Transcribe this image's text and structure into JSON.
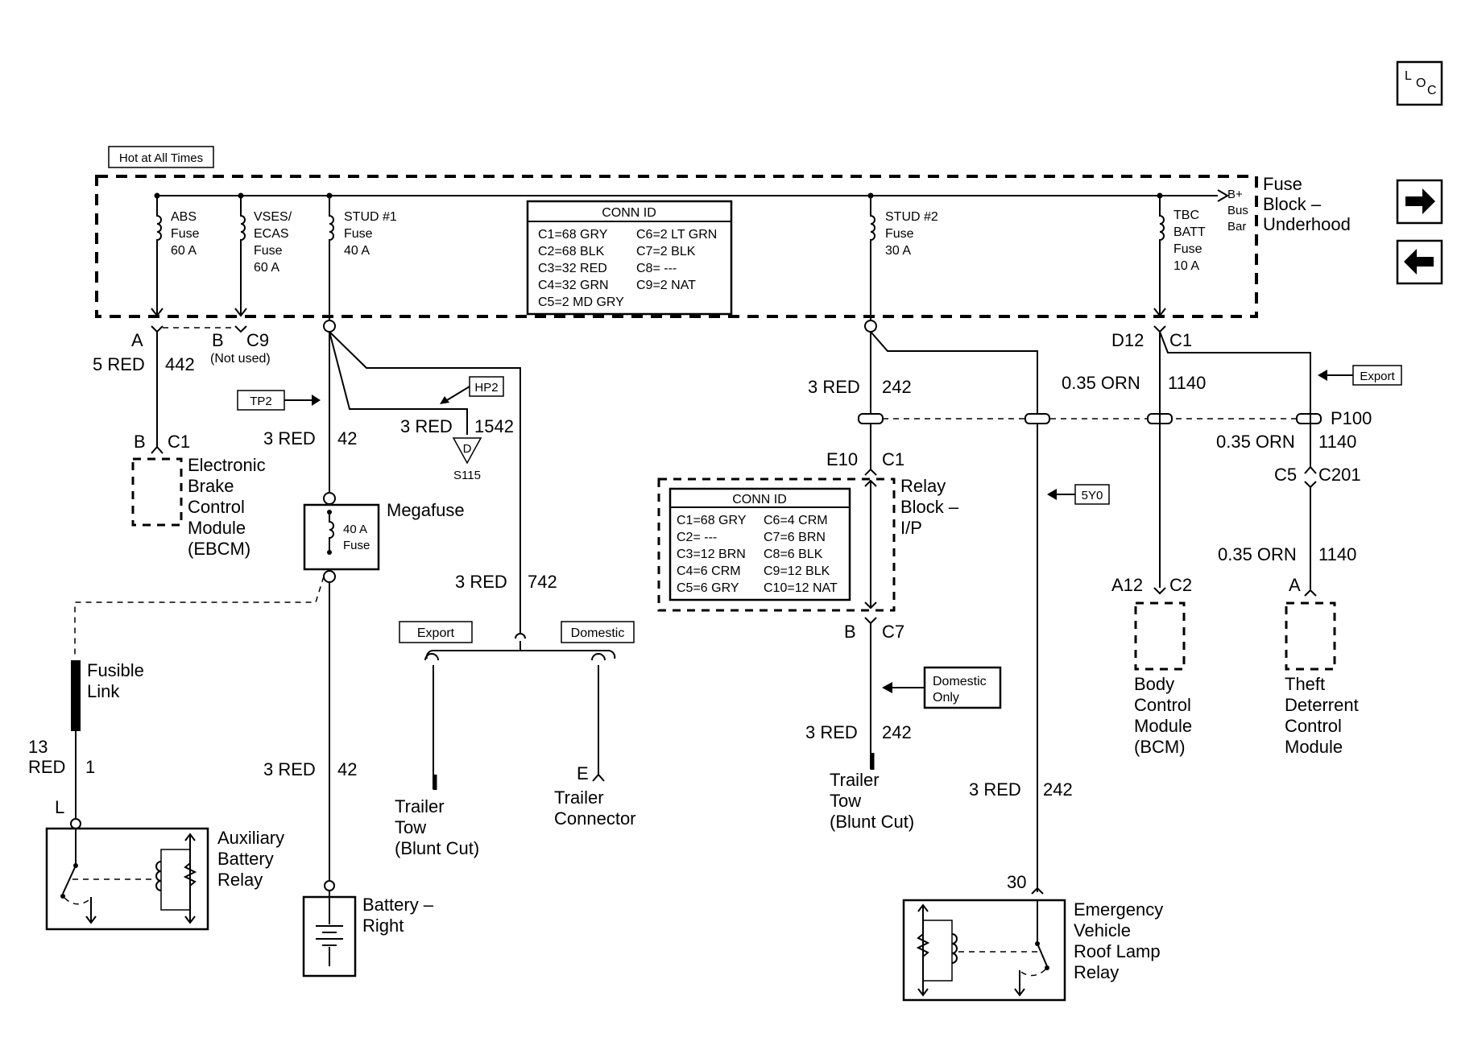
{
  "nav": {
    "loc_l": "L",
    "loc_o": "O",
    "loc_c": "C"
  },
  "hot": "Hot at All Times",
  "fuse_block": {
    "t1": "Fuse",
    "t2": "Block –",
    "t3": "Underhood"
  },
  "busbar": {
    "l1": "B+",
    "l2": "Bus",
    "l3": "Bar"
  },
  "fuses": {
    "abs": [
      "ABS",
      "Fuse",
      "60 A"
    ],
    "vses": [
      "VSES/",
      "ECAS",
      "Fuse",
      "60 A"
    ],
    "stud1": [
      "STUD #1",
      "Fuse",
      "40 A"
    ],
    "stud2": [
      "STUD #2",
      "Fuse",
      "30 A"
    ],
    "tbc": [
      "TBC",
      "BATT",
      "Fuse",
      "10 A"
    ]
  },
  "conn1": {
    "title": "CONN ID",
    "left": [
      "C1=68 GRY",
      "C2=68 BLK",
      "C3=32 RED",
      "C4=32 GRN",
      "C5=2 MD GRY"
    ],
    "right": [
      "C6=2 LT GRN",
      "C7=2 BLK",
      "C8= ---",
      "C9=2 NAT"
    ]
  },
  "conn2": {
    "title": "CONN ID",
    "left": [
      "C1=68 GRY",
      "C2= ---",
      "C3=12 BRN",
      "C4=6 CRM",
      "C5=6 GRY"
    ],
    "right": [
      "C6=4 CRM",
      "C7=6 BRN",
      "C8=6 BLK",
      "C9=12 BLK",
      "C10=12 NAT"
    ]
  },
  "labels": {
    "a": "A",
    "b_c9": "B",
    "c9": "C9",
    "not_used": "(Not used)",
    "w5red": "5 RED",
    "w442": "442",
    "tp2": "TP2",
    "hp2": "HP2",
    "w3red_42a": "3 RED",
    "w42a": "42",
    "w3red_1542": "3 RED",
    "w1542": "1542",
    "s115_d": "D",
    "s115": "S115",
    "b_ebcm": "B",
    "c1_ebcm": "C1",
    "ebcm": [
      "Electronic",
      "Brake",
      "Control",
      "Module",
      "(EBCM)"
    ],
    "megafuse": "Megafuse",
    "mega_fuse": [
      "40 A",
      "Fuse"
    ],
    "w3red_742": "3 RED",
    "w742": "742",
    "export": "Export",
    "domestic": "Domestic",
    "fusible": [
      "Fusible",
      "Link"
    ],
    "w13": "13",
    "w13red": "RED",
    "w1": "1",
    "l_pin": "L",
    "aux": [
      "Auxiliary",
      "Battery",
      "Relay"
    ],
    "w3red_42b": "3 RED",
    "w42b": "42",
    "battery": [
      "Battery –",
      "Right"
    ],
    "tt1": [
      "Trailer",
      "Tow",
      "(Blunt Cut)"
    ],
    "e_pin": "E",
    "tconn": [
      "Trailer",
      "Connector"
    ],
    "w3red_242a": "3 RED",
    "w242a": "242",
    "e10": "E10",
    "c1_relay": "C1",
    "relay_block": [
      "Relay",
      "Block –",
      "I/P"
    ],
    "b_c7": "B",
    "c7": "C7",
    "domestic_only": [
      "Domestic",
      "Only"
    ],
    "w3red_242b": "3 RED",
    "w242b": "242",
    "tt2": [
      "Trailer",
      "Tow",
      "(Blunt Cut)"
    ],
    "sy0": "5Y0",
    "w3red_242c": "3 RED",
    "w242c": "242",
    "pin30": "30",
    "evr": [
      "Emergency",
      "Vehicle",
      "Roof Lamp",
      "Relay"
    ],
    "d12": "D12",
    "c1_tbc": "C1",
    "w035_a": "0.35 ORN",
    "w1140_a": "1140",
    "export2": "Export",
    "p100": "P100",
    "w035_b": "0.35 ORN",
    "w1140_b": "1140",
    "c5": "C5",
    "c201": "C201",
    "w035_c": "0.35 ORN",
    "w1140_c": "1140",
    "a12": "A12",
    "c2": "C2",
    "a_tdcm": "A",
    "bcm": [
      "Body",
      "Control",
      "Module",
      "(BCM)"
    ],
    "tdcm": [
      "Theft",
      "Deterrent",
      "Control",
      "Module"
    ]
  }
}
